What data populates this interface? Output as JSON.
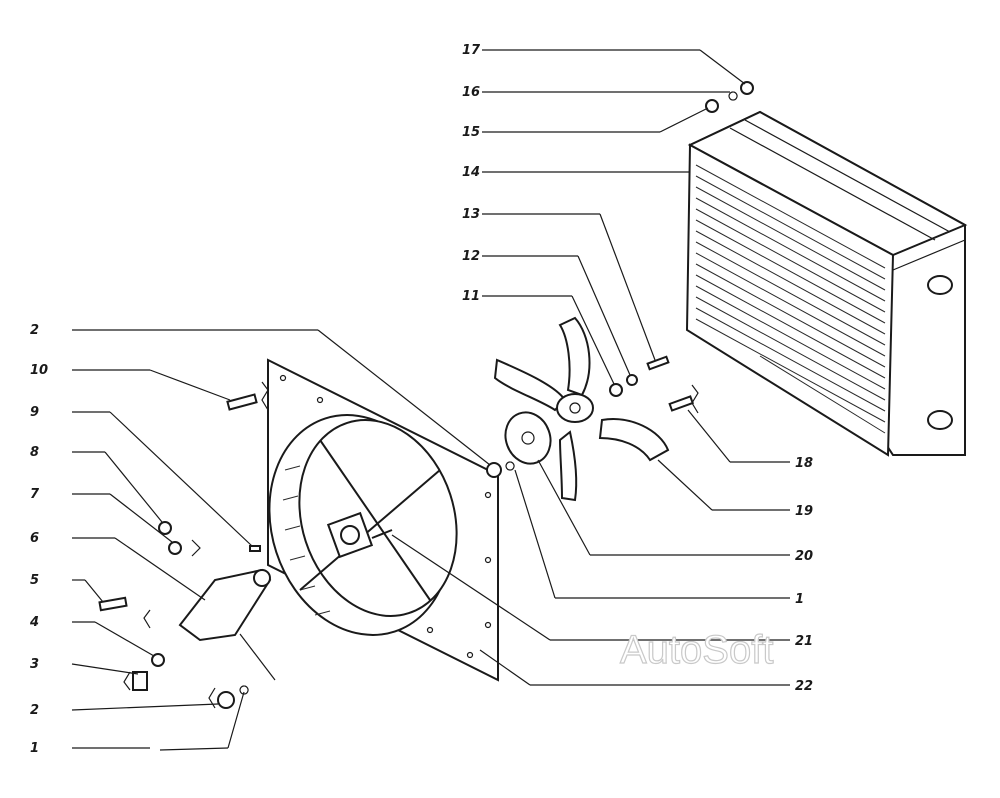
{
  "callouts": {
    "c1a": "1",
    "c1b": "1",
    "c2a": "2",
    "c2b": "2",
    "c3": "3",
    "c4": "4",
    "c5": "5",
    "c6": "6",
    "c7": "7",
    "c8": "8",
    "c9": "9",
    "c10": "10",
    "c11": "11",
    "c12": "12",
    "c13": "13",
    "c14": "14",
    "c15": "15",
    "c16": "16",
    "c17": "17",
    "c18": "18",
    "c19": "19",
    "c20": "20",
    "c21": "21",
    "c22": "22"
  },
  "watermark": "AutoSoft"
}
